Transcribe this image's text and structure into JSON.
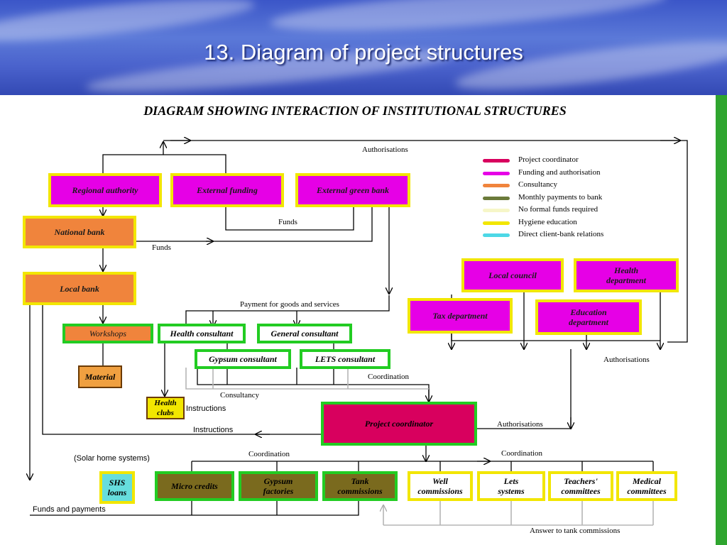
{
  "slide": {
    "title": "13. Diagram of project structures"
  },
  "diagram": {
    "title": "DIAGRAM SHOWING INTERACTION OF INSTITUTIONAL STRUCTURES",
    "nodes": {
      "regional_authority": "Regional authority",
      "external_funding": "External funding",
      "external_green_bank": "External green bank",
      "national_bank": "National bank",
      "local_bank": "Local bank",
      "workshops": "Workshops",
      "material": "Material",
      "health_consultant": "Health consultant",
      "general_consultant": "General consultant",
      "gypsum_consultant": "Gypsum consultant",
      "lets_consultant": "LETS consultant",
      "health_clubs": "Health clubs",
      "project_coordinator": "Project coordinator",
      "local_council": "Local council",
      "health_department": "Health department",
      "tax_department": "Tax department",
      "education_department": "Education department",
      "shs_loans": "SHS loans",
      "micro_credits": "Micro credits",
      "gypsum_factories": "Gypsum factories",
      "tank_commissions": "Tank commissions",
      "well_commissions": "Well commissions",
      "lets_systems": "Lets systems",
      "teachers_committees": "Teachers' committees",
      "medical_committees": "Medical committees"
    },
    "labels": {
      "authorisations_top": "Authorisations",
      "funds_mid": "Funds",
      "funds_left": "Funds",
      "payment_goods": "Payment for goods and services",
      "coordination_1": "Coordination",
      "consultancy": "Consultancy",
      "instructions_1": "Instructions",
      "instructions_2": "Instructions",
      "authorisations_right": "Authorisations",
      "authorisations_mid": "Authorisations",
      "solar_home": "(Solar home systems)",
      "coordination_2": "Coordination",
      "coordination_3": "Coordination",
      "funds_payments": "Funds and payments",
      "answer_tank": "Answer to tank commissions"
    },
    "legend": [
      {
        "label": "Project coordinator",
        "color": "#d8005e"
      },
      {
        "label": "Funding and authorisation",
        "color": "#e600e6"
      },
      {
        "label": "Consultancy",
        "color": "#f0843c"
      },
      {
        "label": "Monthly payments to bank",
        "color": "#6b7a3a"
      },
      {
        "label": "No formal funds required",
        "color": "#f6f6c8"
      },
      {
        "label": "Hygiene education",
        "color": "#f2e600"
      },
      {
        "label": "Direct client-bank relations",
        "color": "#4dd8e6"
      }
    ]
  },
  "colors": {
    "header_blue": "#4a62cc",
    "rail_green": "#2fa52f",
    "magenta": "#e600e6",
    "orange": "#f0843c",
    "yellow": "#f2e600",
    "green": "#22cc22",
    "olive": "#7a6a1e",
    "coordinator": "#d8005e"
  }
}
